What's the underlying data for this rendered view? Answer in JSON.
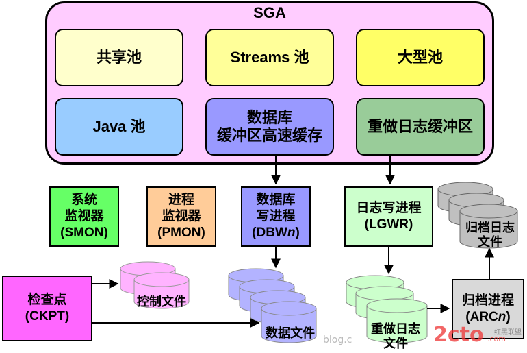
{
  "sga": {
    "title": "SGA",
    "pools": {
      "shared": "共享池",
      "streams": "Streams 池",
      "large": "大型池",
      "java": "Java 池",
      "buffer_cache": "数据库\n缓冲区高速缓存",
      "redo_buffer": "重做日志缓冲区"
    }
  },
  "processes": {
    "smon": "系统\n监视器\n(SMON)",
    "pmon": "进程\n监视器\n(PMON)",
    "dbwn_prefix": "数据库\n写进程\n(DBW",
    "dbwn_n": "n",
    "dbwn_suffix": ")",
    "lgwr": "日志写进程\n(LGWR)",
    "ckpt": "检查点\n(CKPT)",
    "arcn_prefix": "归档进程\n(ARC",
    "arcn_n": "n",
    "arcn_suffix": ")"
  },
  "files": {
    "control": "控制文件",
    "data": "数据文件",
    "redo": "重做日志\n文件",
    "archive": "归档日志\n文件"
  },
  "watermark": {
    "blog": "blog.c",
    "brand": "2cto",
    "brand_suffix": ".com",
    "brand_cn": "红黑联盟"
  },
  "colors": {
    "sga_bg": "#ffccff",
    "shared": "#ffffcc",
    "streams": "#ffff99",
    "large": "#ffff66",
    "java": "#99ccff",
    "buffer_cache": "#9999ff",
    "redo_buffer": "#99cc99",
    "smon": "#66ff66",
    "pmon": "#ffcc99",
    "dbwn": "#9999ff",
    "lgwr": "#ccffcc",
    "ckpt": "#ff66ff",
    "arcn": "#d9d9d9",
    "control_disk": "#ffb3ff",
    "data_disk": "#b3b3ff",
    "redo_disk": "#ccffcc",
    "archive_disk": "#c0c0c0"
  }
}
